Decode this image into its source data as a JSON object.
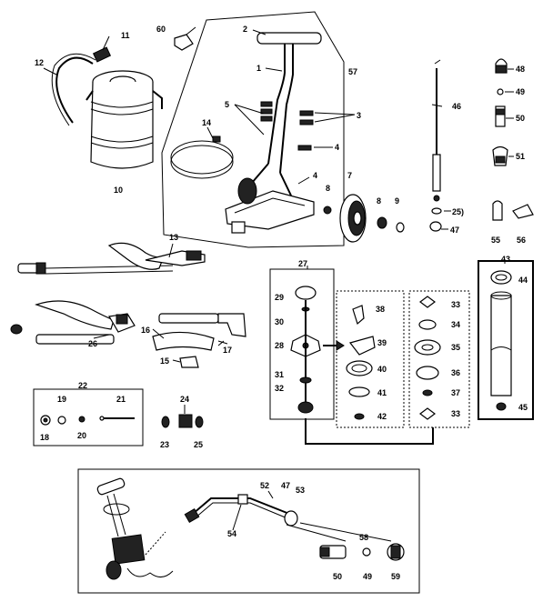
{
  "labels": {
    "n1": "1",
    "n2": "2",
    "n3": "3",
    "n4a": "4",
    "n4b": "4",
    "n5": "5",
    "n7": "7",
    "n8a": "8",
    "n9": "9",
    "n10": "10",
    "n11": "11",
    "n12": "12",
    "n13": "13",
    "n14": "14",
    "n15": "15",
    "n16": "16",
    "n17": "17",
    "n18": "18",
    "n19": "19",
    "n20": "20",
    "n21": "21",
    "n22": "22",
    "n23": "23",
    "n24": "24",
    "n25": "25",
    "n25b": "25)",
    "n26": "26",
    "n27": "27",
    "n28": "28",
    "n29": "29",
    "n30": "30",
    "n31": "31",
    "n32": "32",
    "n33a": "33",
    "n33b": "33",
    "n34": "34",
    "n35": "35",
    "n36": "36",
    "n37": "37",
    "n38": "38",
    "n39": "39",
    "n40": "40",
    "n41": "41",
    "n42": "42",
    "n43": "43",
    "n44": "44",
    "n45": "45",
    "n46": "46",
    "n47a": "47",
    "n47b": "47",
    "n48": "48",
    "n49a": "49",
    "n49b": "49",
    "n50a": "50",
    "n50b": "50",
    "n51": "51",
    "n52": "52",
    "n53": "53",
    "n54": "54",
    "n55": "55",
    "n56": "56",
    "n57": "57",
    "n58": "58",
    "n59": "59",
    "n60": "60"
  }
}
